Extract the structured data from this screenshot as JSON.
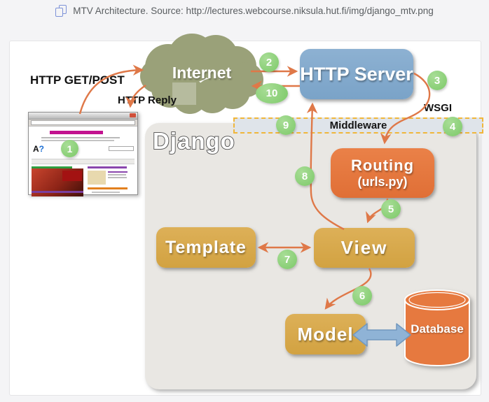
{
  "page": {
    "caption": "MTV Architecture. Source: http://lectures.webcourse.niksula.hut.fi/img/django_mtv.png"
  },
  "diagram": {
    "nodes": {
      "internet": "Internet",
      "http_server": "HTTP Server",
      "django": "Django",
      "middleware": "Middleware",
      "routing": "Routing",
      "routing_sub": "(urls.py)",
      "template": "Template",
      "view": "View",
      "model": "Model",
      "database": "Database"
    },
    "labels": {
      "http_get_post": "HTTP GET/POST",
      "http_reply": "HTTP Reply",
      "wsgi": "WSGI"
    },
    "steps": [
      "1",
      "2",
      "3",
      "4",
      "5",
      "6",
      "7",
      "8",
      "9",
      "10"
    ],
    "browser": {
      "logo_a": "A",
      "logo_q": "?"
    },
    "colors": {
      "arrow": "#df7848",
      "step_green": "#8ed17d",
      "cloud_olive": "#9aa179",
      "server_blue": "#81a9cc",
      "routing_orange": "#e5763d",
      "box_gold": "#d9a94e",
      "database_orange": "#e6793f",
      "middleware_fill": "#dfe4ea",
      "middleware_border": "#f0b63a",
      "caption_icon_blue": "#7d92d8"
    }
  }
}
